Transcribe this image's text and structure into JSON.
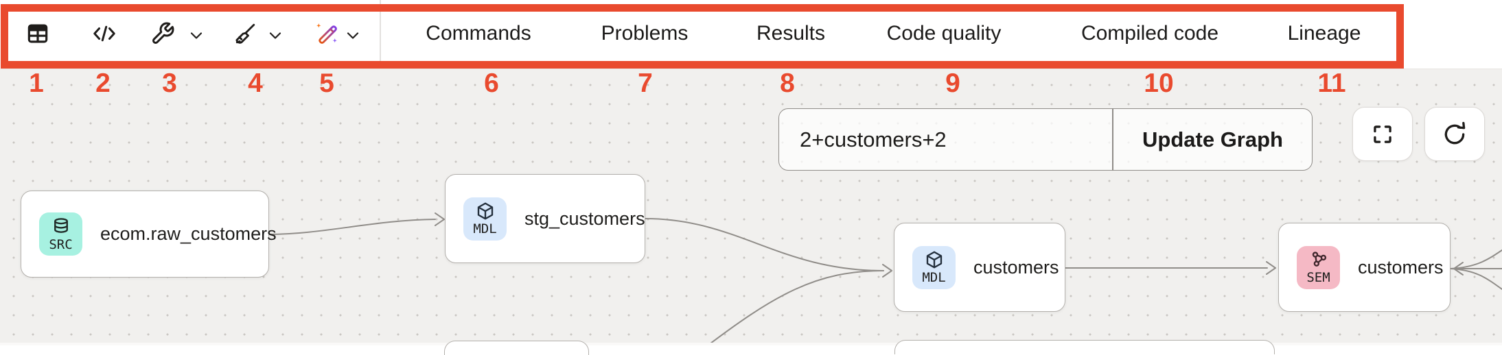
{
  "annotation": {
    "box_color": "#e94a2e",
    "labels": [
      "1",
      "2",
      "3",
      "4",
      "5",
      "6",
      "7",
      "8",
      "9",
      "10",
      "11"
    ]
  },
  "toolbar": {
    "icons": [
      "table-icon",
      "code-icon",
      "wrench-icon",
      "broom-icon",
      "magic-wand-icon"
    ],
    "tabs": [
      "Commands",
      "Problems",
      "Results",
      "Code quality",
      "Compiled code",
      "Lineage"
    ]
  },
  "lineage": {
    "selector_value": "2+customers+2",
    "update_button": "Update Graph",
    "controls": [
      "fullscreen-icon",
      "refresh-icon"
    ],
    "edge_color": "#908d89",
    "nodes": [
      {
        "type": "SRC",
        "label": "ecom.raw_customers",
        "badge_color": "#a7f1e1"
      },
      {
        "type": "MDL",
        "label": "stg_customers",
        "badge_color": "#d8e8fb"
      },
      {
        "type": "MDL",
        "label": "customers",
        "badge_color": "#d8e8fb"
      },
      {
        "type": "SEM",
        "label": "customers",
        "badge_color": "#f5b9c5"
      }
    ]
  }
}
